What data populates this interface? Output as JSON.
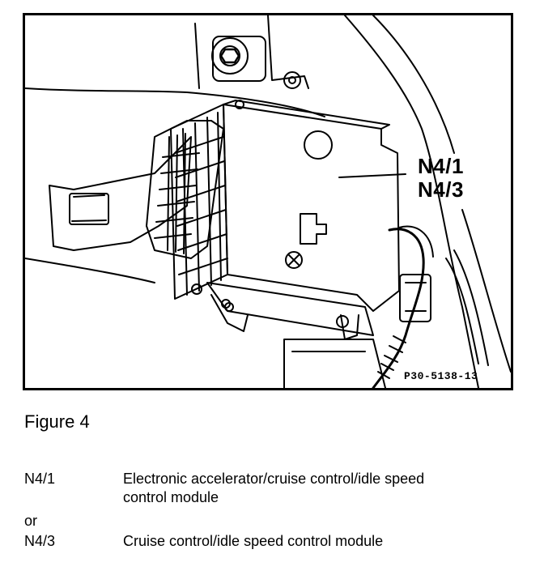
{
  "figure": {
    "callouts": [
      "N4/1",
      "N4/3"
    ],
    "reference_code": "P30-5138-13"
  },
  "caption": "Figure 4",
  "legend": {
    "items": [
      {
        "code": "N4/1",
        "description_line1": "Electronic accelerator/cruise control/idle speed",
        "description_line2": "control module"
      },
      {
        "code": "N4/3",
        "description_line1": "Cruise control/idle speed control module"
      }
    ],
    "separator": "or"
  }
}
